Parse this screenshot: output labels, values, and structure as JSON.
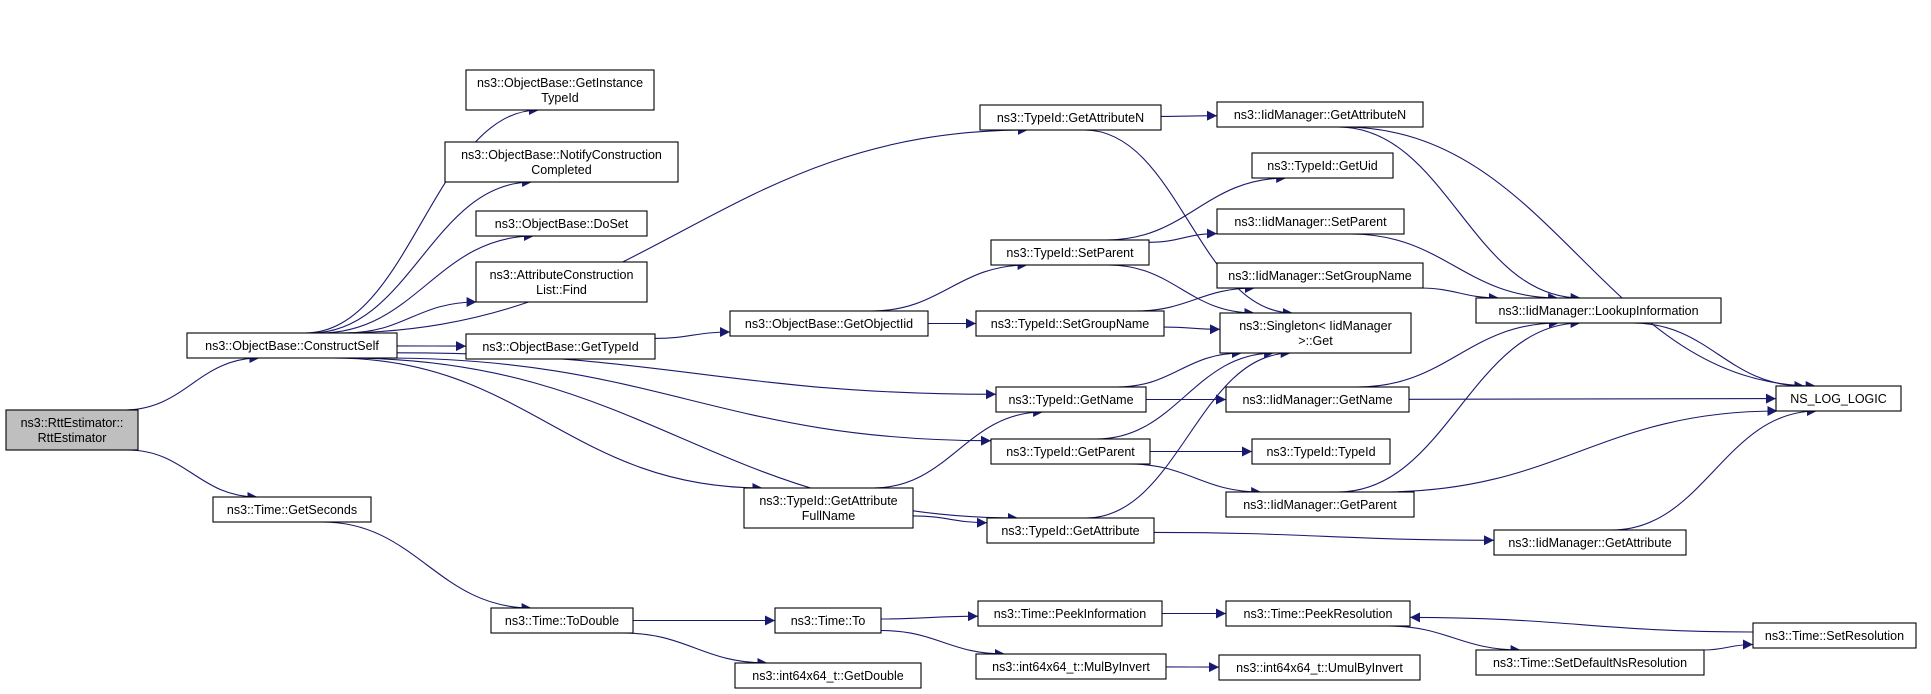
{
  "colors": {
    "edge": "#191970",
    "root_fill": "#bfbfbf",
    "node_fill": "#ffffff",
    "border": "#000000"
  },
  "nodes": [
    {
      "id": "rtt",
      "lines": [
        "ns3::RttEstimator::",
        "RttEstimator"
      ],
      "root": true
    },
    {
      "id": "construct",
      "lines": [
        "ns3::ObjectBase::ConstructSelf"
      ]
    },
    {
      "id": "getseconds",
      "lines": [
        "ns3::Time::GetSeconds"
      ]
    },
    {
      "id": "getinst",
      "lines": [
        "ns3::ObjectBase::GetInstance",
        "TypeId"
      ]
    },
    {
      "id": "notify",
      "lines": [
        "ns3::ObjectBase::NotifyConstruction",
        "Completed"
      ]
    },
    {
      "id": "doset",
      "lines": [
        "ns3::ObjectBase::DoSet"
      ]
    },
    {
      "id": "acfind",
      "lines": [
        "ns3::AttributeConstruction",
        "List::Find"
      ]
    },
    {
      "id": "gettypeid",
      "lines": [
        "ns3::ObjectBase::GetTypeId"
      ]
    },
    {
      "id": "getobjiid",
      "lines": [
        "ns3::ObjectBase::GetObjectIid"
      ]
    },
    {
      "id": "getattrn",
      "lines": [
        "ns3::TypeId::GetAttributeN"
      ]
    },
    {
      "id": "setparent",
      "lines": [
        "ns3::TypeId::SetParent"
      ]
    },
    {
      "id": "setgroup",
      "lines": [
        "ns3::TypeId::SetGroupName"
      ]
    },
    {
      "id": "getname",
      "lines": [
        "ns3::TypeId::GetName"
      ]
    },
    {
      "id": "getparent",
      "lines": [
        "ns3::TypeId::GetParent"
      ]
    },
    {
      "id": "getattrfull",
      "lines": [
        "ns3::TypeId::GetAttribute",
        "FullName"
      ]
    },
    {
      "id": "getattr",
      "lines": [
        "ns3::TypeId::GetAttribute"
      ]
    },
    {
      "id": "iid_getattrn",
      "lines": [
        "ns3::IidManager::GetAttributeN"
      ]
    },
    {
      "id": "getuid",
      "lines": [
        "ns3::TypeId::GetUid"
      ]
    },
    {
      "id": "iid_setparent",
      "lines": [
        "ns3::IidManager::SetParent"
      ]
    },
    {
      "id": "iid_setgroup",
      "lines": [
        "ns3::IidManager::SetGroupName"
      ]
    },
    {
      "id": "singleton",
      "lines": [
        "ns3::Singleton< IidManager",
        " >::Get"
      ]
    },
    {
      "id": "iid_getname",
      "lines": [
        "ns3::IidManager::GetName"
      ]
    },
    {
      "id": "typeid",
      "lines": [
        "ns3::TypeId::TypeId"
      ]
    },
    {
      "id": "iid_getparent",
      "lines": [
        "ns3::IidManager::GetParent"
      ]
    },
    {
      "id": "iid_getattr",
      "lines": [
        "ns3::IidManager::GetAttribute"
      ]
    },
    {
      "id": "lookup",
      "lines": [
        "ns3::IidManager::LookupInformation"
      ]
    },
    {
      "id": "nslog",
      "lines": [
        "NS_LOG_LOGIC"
      ]
    },
    {
      "id": "todouble",
      "lines": [
        "ns3::Time::ToDouble"
      ]
    },
    {
      "id": "timeto",
      "lines": [
        "ns3::Time::To"
      ]
    },
    {
      "id": "getdouble",
      "lines": [
        "ns3::int64x64_t::GetDouble"
      ]
    },
    {
      "id": "peekinfo",
      "lines": [
        "ns3::Time::PeekInformation"
      ]
    },
    {
      "id": "mulbyinv",
      "lines": [
        "ns3::int64x64_t::MulByInvert"
      ]
    },
    {
      "id": "peekres",
      "lines": [
        "ns3::Time::PeekResolution"
      ]
    },
    {
      "id": "umulbyinv",
      "lines": [
        "ns3::int64x64_t::UmulByInvert"
      ]
    },
    {
      "id": "setdefault",
      "lines": [
        "ns3::Time::SetDefaultNsResolution"
      ]
    },
    {
      "id": "setres",
      "lines": [
        "ns3::Time::SetResolution"
      ]
    }
  ],
  "edges": [
    [
      "rtt",
      "construct"
    ],
    [
      "rtt",
      "getseconds"
    ],
    [
      "construct",
      "getattrn"
    ],
    [
      "construct",
      "getinst"
    ],
    [
      "construct",
      "notify"
    ],
    [
      "construct",
      "doset"
    ],
    [
      "construct",
      "acfind"
    ],
    [
      "construct",
      "gettypeid"
    ],
    [
      "construct",
      "getname"
    ],
    [
      "construct",
      "getparent"
    ],
    [
      "construct",
      "getattrfull"
    ],
    [
      "construct",
      "getattr"
    ],
    [
      "gettypeid",
      "getobjiid"
    ],
    [
      "getobjiid",
      "setparent"
    ],
    [
      "getobjiid",
      "setgroup"
    ],
    [
      "getattrn",
      "iid_getattrn"
    ],
    [
      "getattrn",
      "singleton"
    ],
    [
      "setparent",
      "getuid"
    ],
    [
      "setparent",
      "iid_setparent"
    ],
    [
      "setparent",
      "singleton"
    ],
    [
      "setgroup",
      "iid_setgroup"
    ],
    [
      "setgroup",
      "singleton"
    ],
    [
      "getname",
      "singleton"
    ],
    [
      "getname",
      "iid_getname"
    ],
    [
      "getparent",
      "singleton"
    ],
    [
      "getparent",
      "typeid"
    ],
    [
      "getparent",
      "iid_getparent"
    ],
    [
      "getattrfull",
      "getname"
    ],
    [
      "getattrfull",
      "getattr"
    ],
    [
      "getattr",
      "singleton"
    ],
    [
      "getattr",
      "iid_getattr"
    ],
    [
      "iid_getattrn",
      "lookup"
    ],
    [
      "iid_getattrn",
      "nslog"
    ],
    [
      "iid_setparent",
      "lookup"
    ],
    [
      "iid_setgroup",
      "lookup"
    ],
    [
      "iid_getname",
      "lookup"
    ],
    [
      "iid_getname",
      "nslog"
    ],
    [
      "iid_getparent",
      "lookup"
    ],
    [
      "iid_getparent",
      "nslog"
    ],
    [
      "iid_getattr",
      "nslog"
    ],
    [
      "lookup",
      "nslog"
    ],
    [
      "getseconds",
      "todouble"
    ],
    [
      "todouble",
      "timeto"
    ],
    [
      "todouble",
      "getdouble"
    ],
    [
      "timeto",
      "peekinfo"
    ],
    [
      "timeto",
      "mulbyinv"
    ],
    [
      "peekinfo",
      "peekres"
    ],
    [
      "peekres",
      "setdefault"
    ],
    [
      "mulbyinv",
      "umulbyinv"
    ],
    [
      "setdefault",
      "setres"
    ],
    [
      "setres",
      "peekres"
    ]
  ]
}
